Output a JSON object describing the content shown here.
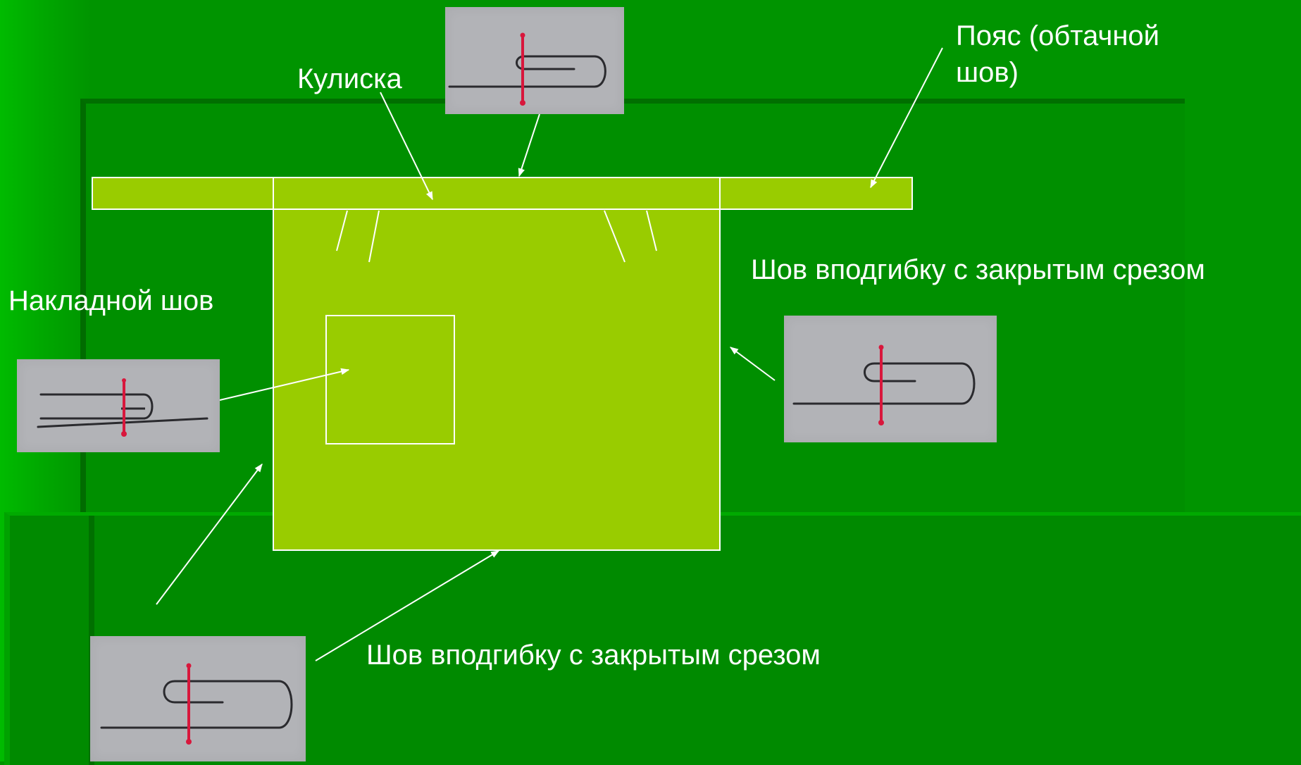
{
  "labels": {
    "kulisa": "Кулиска",
    "belt_line1": "Пояс (обтачной",
    "belt_line2": "шов)",
    "side_seam": "Шов вподгибку с закрытым срезом",
    "patch_seam": "Накладной шов",
    "hem_seam": "Шов вподгибку с закрытым срезом"
  },
  "colors": {
    "background": "#009400",
    "garment_fill": "#99cc00",
    "outline": "#ffffff",
    "swatch_bg": "#b2b3b7",
    "ink_black": "#2a2a2e",
    "ink_red": "#d8173c"
  },
  "icons": {
    "hem_fold_symbol": "hem-fold-seam-icon",
    "overlay_symbol": "overlay-seam-icon"
  }
}
